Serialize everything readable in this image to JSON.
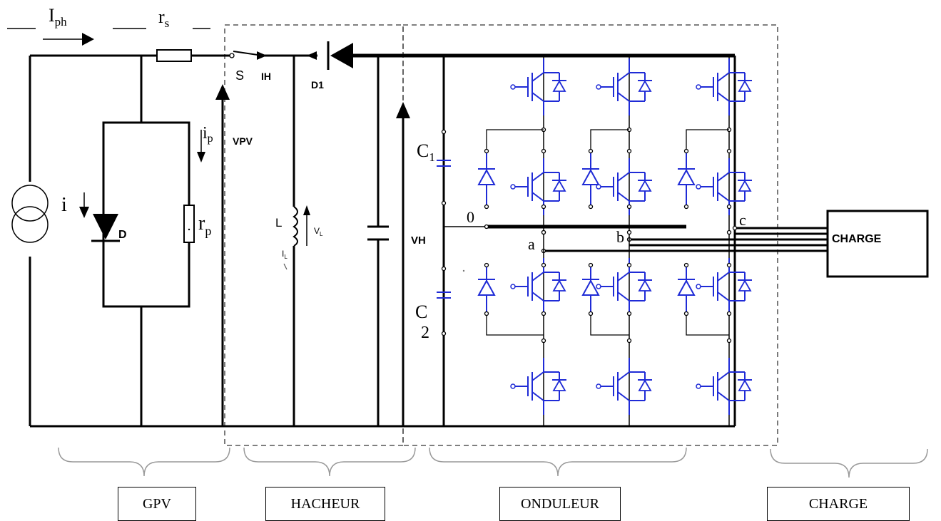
{
  "labels": {
    "photo_current": "I",
    "photo_current_sub": "ph",
    "series_resistor": "r",
    "series_resistor_sub": "s",
    "switch": "S",
    "chopper_current": "IH",
    "chopper_diode": "D1",
    "pv_voltage": "VPV",
    "shunt_current": "i",
    "shunt_current_sub": "p",
    "shunt_resistor": "r",
    "shunt_resistor_sub": "p",
    "source_current": "i",
    "diode": "D",
    "inductor": "L",
    "inductor_current": "I",
    "inductor_current_sub": "L",
    "inductor_voltage": "V",
    "inductor_voltage_sub": "L",
    "chopper_voltage": "VH",
    "cap1": "C",
    "cap1_sub": "1",
    "cap2": "C",
    "cap2_num": "2",
    "neutral": "0",
    "phase_a": "a",
    "phase_b": "b",
    "phase_c": "c",
    "load_box": "CHARGE"
  },
  "sections": {
    "gpv": "GPV",
    "hacheur": "HACHEUR",
    "onduleur": "ONDULEUR",
    "charge": "CHARGE"
  },
  "colors": {
    "wire": "#000000",
    "igbt": "#1f2bd6",
    "dashed_box": "#333333",
    "brace": "#999999"
  }
}
